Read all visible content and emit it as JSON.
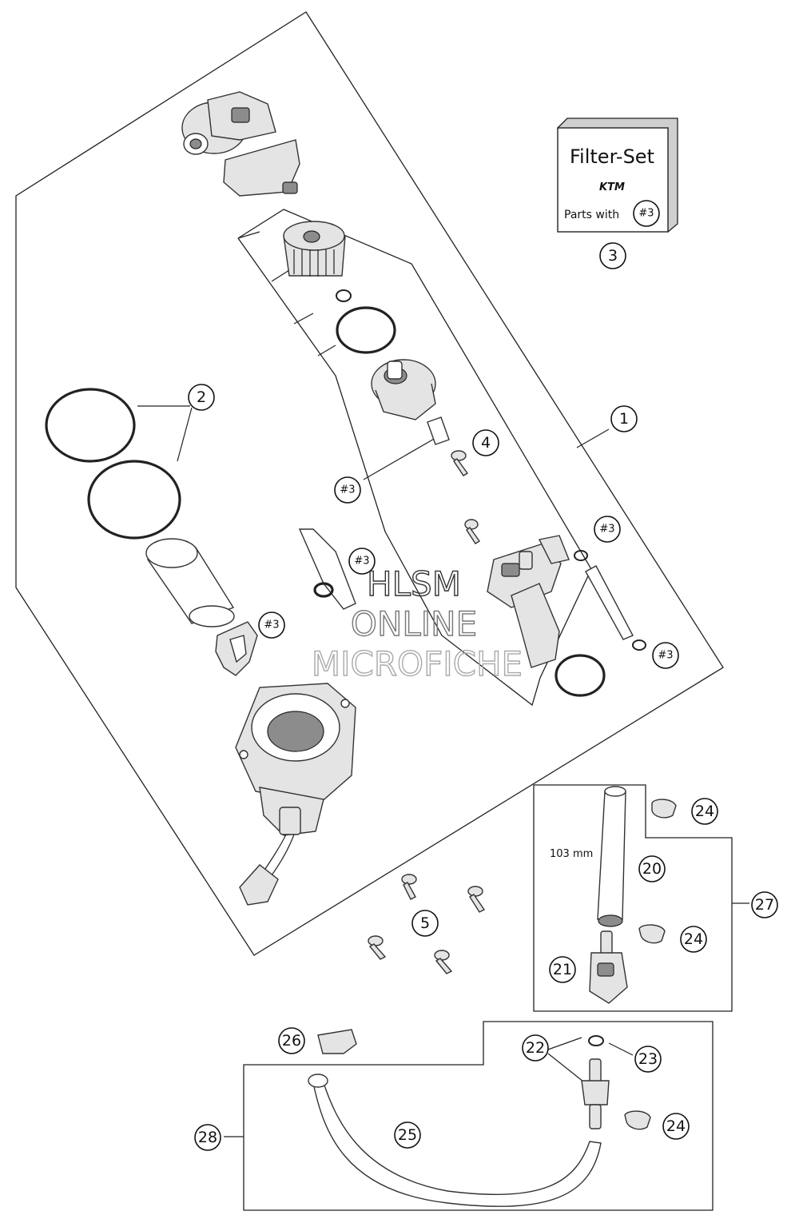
{
  "filter_set": {
    "title": "Filter-Set",
    "brand": "KTM",
    "parts_prefix": "Parts with",
    "parts_ref": "#3",
    "callout": "3"
  },
  "callouts": {
    "c1": "1",
    "c2": "2",
    "c4": "4",
    "c5": "5",
    "c20": "20",
    "c21": "21",
    "c22": "22",
    "c23": "23",
    "c24a": "24",
    "c24b": "24",
    "c24c": "24",
    "c25": "25",
    "c26": "26",
    "c27": "27",
    "c28": "28"
  },
  "refs": {
    "r1": "#3",
    "r2": "#3",
    "r3": "#3",
    "r4": "#3",
    "r5": "#3"
  },
  "dimension_label": "103 mm",
  "watermark": {
    "line1": "HLSM",
    "line2": "ONLINE",
    "line3": "MICROFICHE"
  },
  "colors": {
    "ink": "#222222",
    "watermark": "#9a9a9a"
  }
}
